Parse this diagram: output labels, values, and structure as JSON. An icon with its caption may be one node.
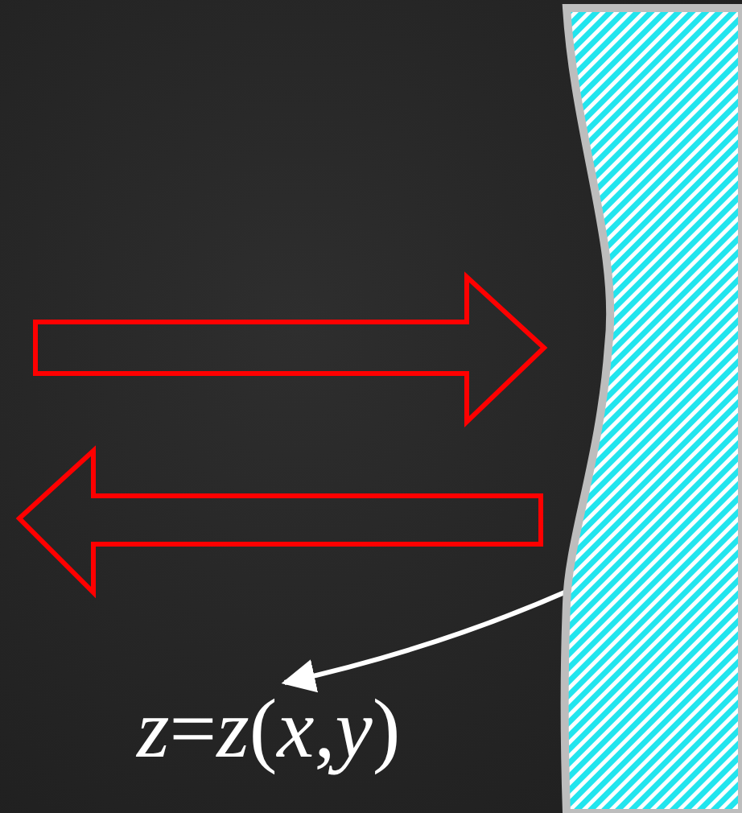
{
  "diagram": {
    "nodes": [
      {
        "text": [
          "*z*=*z*(*x*,*y*)"
        ]
      },
      {
        "text": [],
        "shape": "box"
      }
    ],
    "edges": [
      {
        "from": 1,
        "to": 0,
        "arrow": "to"
      }
    ]
  }
}
